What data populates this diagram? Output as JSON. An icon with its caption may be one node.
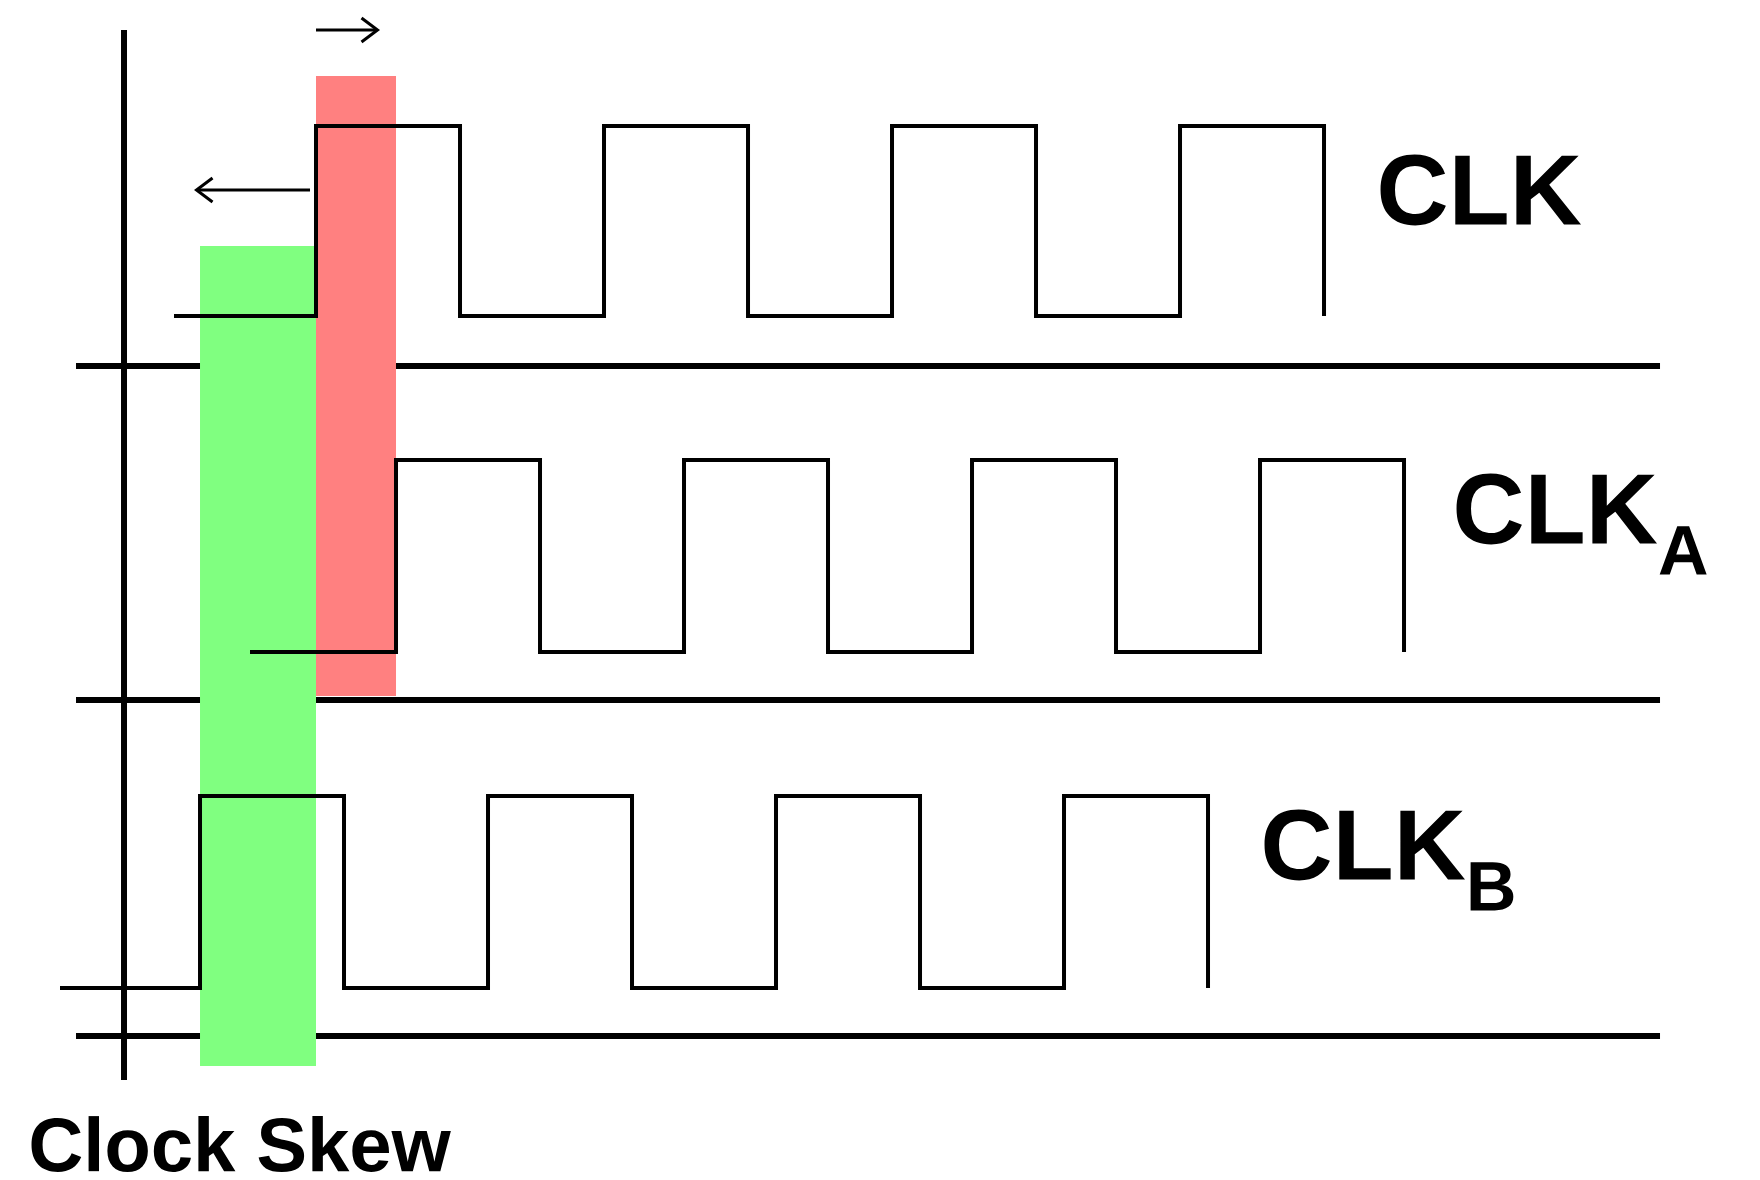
{
  "diagram": {
    "labels": [
      "CLK",
      "CLK$_{A}$",
      "CLK$_{B}$",
      "Clock Skew"
    ]
  }
}
